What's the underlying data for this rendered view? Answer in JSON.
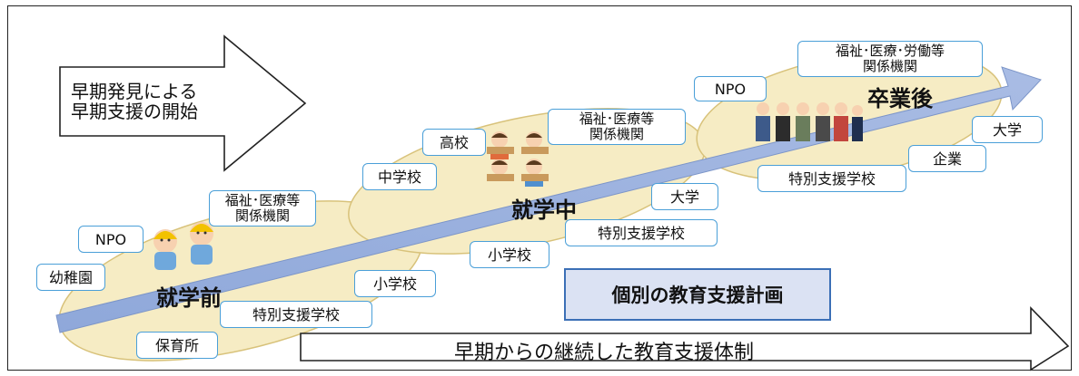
{
  "title_arrow": {
    "line1": "早期発見による",
    "line2": "早期支援の開始"
  },
  "bottom_arrow_label": "早期からの継続した教育支援体制",
  "plan_box_label": "個別の教育支援計画",
  "stages": {
    "pre_school": "就学前",
    "in_school": "就学中",
    "after_graduation": "卒業後"
  },
  "tags": {
    "npo_pre": "NPO",
    "kindergarten": "幼稚園",
    "nursery": "保育所",
    "welfare_pre_line1": "福祉･医療等",
    "welfare_pre_line2": "関係機関",
    "elementary_pre": "小学校",
    "special_support_pre": "特別支援学校",
    "middle_school": "中学校",
    "high_school": "高校",
    "welfare_mid_line1": "福祉･医療等",
    "welfare_mid_line2": "関係機関",
    "university_mid": "大学",
    "special_support_mid": "特別支援学校",
    "elementary_mid": "小学校",
    "npo_post": "NPO",
    "welfare_post_line1": "福祉･医療･労働等",
    "welfare_post_line2": "関係機関",
    "university_post": "大学",
    "company": "企業",
    "special_support_post": "特別支援学校"
  },
  "colors": {
    "ellipse_fill": "#f6ecc4",
    "ellipse_stroke": "#d8c27a",
    "diagonal_arrow": "#9fb4de",
    "tag_border": "#4a9fd8",
    "plan_fill": "#dbe2f3",
    "plan_border": "#3b6fb6"
  }
}
